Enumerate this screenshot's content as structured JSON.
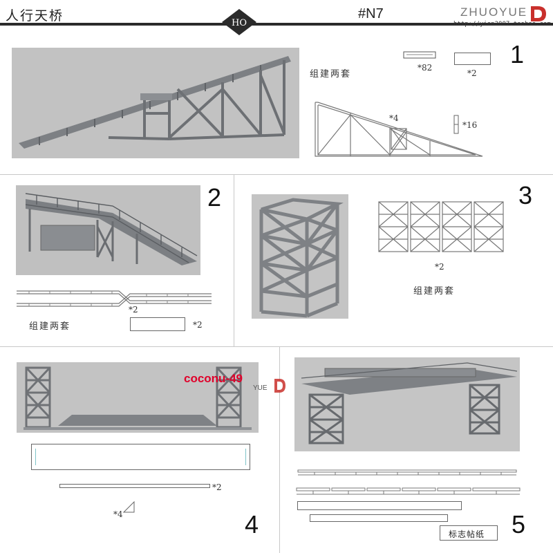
{
  "header": {
    "title": "人行天桥",
    "scale_badge": "HO",
    "code": "#N7",
    "brand": "ZHUOYUE",
    "url": "http://yien2007.taobao.com"
  },
  "panel1": {
    "step": "1",
    "assembly_note": "组建两套",
    "qty_steps": "*82",
    "qty_plate": "*2",
    "qty_frame": "*4",
    "qty_post": "*16"
  },
  "panel2": {
    "step": "2",
    "qty_railing": "*2",
    "assembly_note": "组建两套",
    "qty_panel": "*2"
  },
  "panel3": {
    "step": "3",
    "qty_side": "*2",
    "assembly_note": "组建两套"
  },
  "panel4": {
    "step": "4",
    "watermark_text": "coconu-49",
    "watermark_brand": "YUE",
    "qty_rail": "*2",
    "qty_bracket": "*4"
  },
  "panel5": {
    "step": "5",
    "sticker_label": "标志帖纸"
  },
  "colors": {
    "header_bar": "#2b2b2b",
    "model_gray": "#8a8d90",
    "photo_bg": "#bdbdbd",
    "watermark": "#e0002a"
  }
}
